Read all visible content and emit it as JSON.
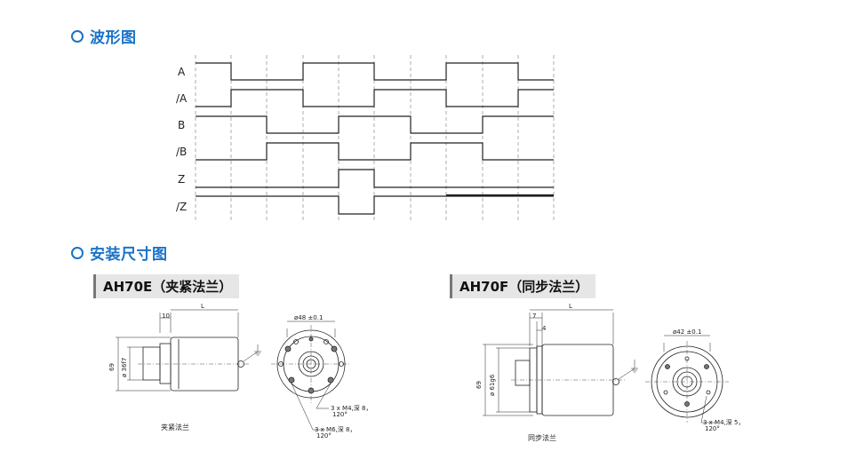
{
  "waveform": {
    "title": "波形图",
    "signals": [
      "A",
      "/A",
      "B",
      "/B",
      "Z",
      "/Z"
    ]
  },
  "mounting": {
    "title": "安装尺寸图",
    "e_model": {
      "tag": "AH70E（夹紧法兰）",
      "dim_10": "10",
      "dim_L": "L",
      "dim_69": "69",
      "dim_shaft": "ø 36f7",
      "dim_48": "ø48 ±0.1",
      "note1_a": "3 x M4,深 8，",
      "note1_b": "120°",
      "note2_a": "3 x M6,深 8，",
      "note2_b": "120°",
      "caption": "夹紧法兰"
    },
    "f_model": {
      "tag": "AH70F（同步法兰）",
      "dim_7": "7",
      "dim_4": "4",
      "dim_L": "L",
      "dim_69": "69",
      "dim_shaft": "ø 61g6",
      "dim_42": "ø42 ±0.1",
      "note_a": "3 x M4,深 5，",
      "note_b": "120°",
      "caption": "同步法兰"
    }
  }
}
